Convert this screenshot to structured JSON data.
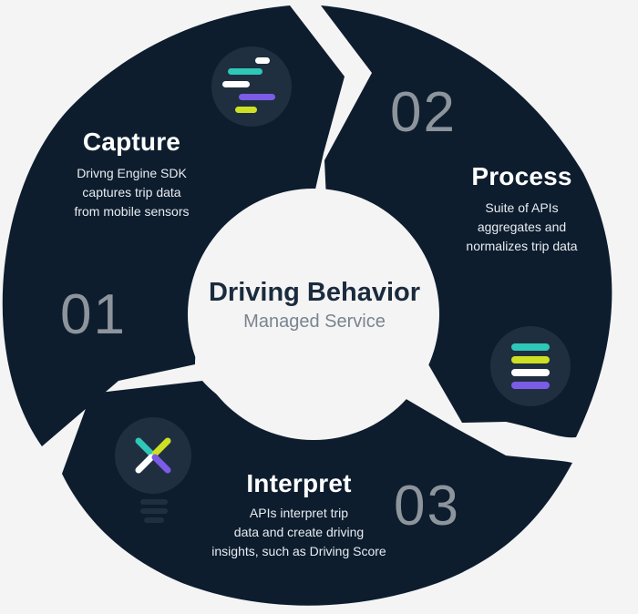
{
  "center": {
    "title": "Driving Behavior",
    "subtitle": "Managed Service"
  },
  "steps": [
    {
      "number": "01",
      "title": "Capture",
      "description_lines": [
        "Drivng Engine SDK",
        "captures trip data",
        "from mobile sensors"
      ],
      "icon": "code-lines-icon"
    },
    {
      "number": "02",
      "title": "Process",
      "description_lines": [
        "Suite of APIs",
        "aggregates and",
        "normalizes trip data"
      ],
      "icon": "stacked-layers-icon"
    },
    {
      "number": "03",
      "title": "Interpret",
      "description_lines": [
        "APIs interpret trip",
        "data and create driving",
        "insights, such as Driving Score"
      ],
      "icon": "lightbulb-icon"
    }
  ],
  "colors": {
    "background": "#f4f4f5",
    "segment": "#0d1d2e",
    "icon_circle": "#1f2f40",
    "number": "#8d949c",
    "center_title": "#1a2b3d",
    "center_subtitle": "#7a848e",
    "teal": "#2fc7b8",
    "purple": "#7b5ce6",
    "lime": "#cde024",
    "white": "#ffffff"
  }
}
